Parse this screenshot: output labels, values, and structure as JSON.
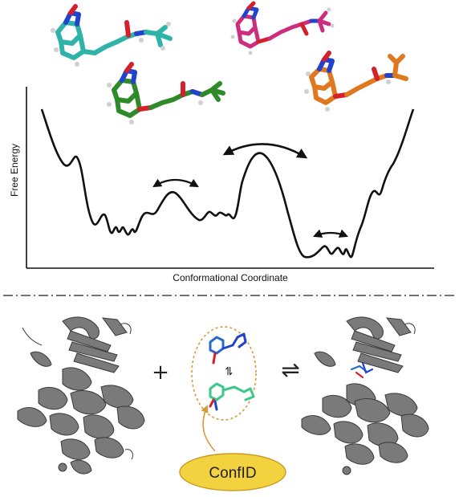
{
  "energy_plot": {
    "ylabel": "Free Energy",
    "xlabel": "Conformational Coordinate"
  },
  "binding_scheme": {
    "plus_symbol": "+",
    "equilibrium_symbol": "⇌",
    "inner_equilibrium_symbol": "⇌",
    "label": "ConfID"
  },
  "colors": {
    "molecule_teal": "#2fb3a8",
    "molecule_magenta": "#cc2d7c",
    "molecule_green": "#2f8a2a",
    "molecule_orange": "#e0781f",
    "atom_nitrogen": "#2244cc",
    "atom_oxygen": "#d4202a",
    "atom_hydrogen": "#d0d0d0",
    "protein_gray": "#7a7a7a",
    "confid_fill": "#f3d240",
    "confid_border": "#c99a20",
    "ligand_cloud_border": "#d59a3a"
  },
  "icons": [
    "double-headed-arrow-icon",
    "equilibrium-arrows-icon",
    "protein-ribbon-icon",
    "molecule-stick-icon"
  ]
}
